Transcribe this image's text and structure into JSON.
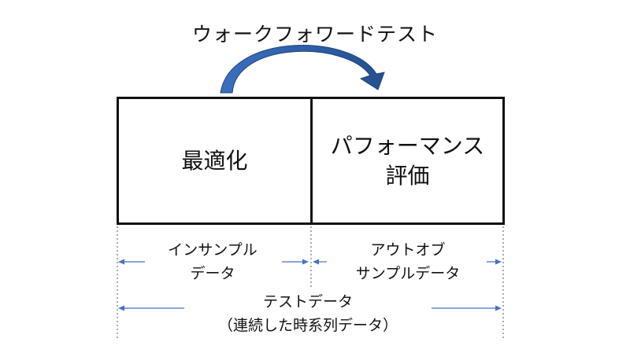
{
  "title": "ウォークフォワードテスト",
  "optimization_box": {
    "text": "最適化"
  },
  "performance_box": {
    "line1": "パフォーマンス",
    "line2": "評価"
  },
  "in_sample": {
    "line1": "インサンプル",
    "line2": "データ"
  },
  "out_of_sample": {
    "line1": "アウトオブ",
    "line2": "サンプルデータ"
  },
  "test_data": {
    "line1": "テストデータ",
    "line2": "（連続した時系列データ）"
  },
  "colors": {
    "curved_arrow": "#2f5fa7",
    "range_arrow": "#4472c4",
    "box_border": "#111111",
    "dashed_guide": "#555555"
  }
}
